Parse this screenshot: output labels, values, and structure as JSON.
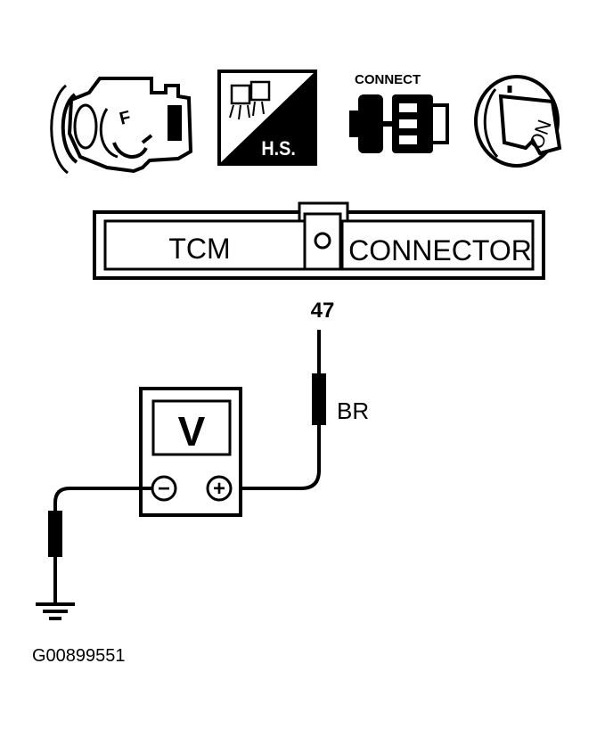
{
  "icons": {
    "harness_label": "H.S.",
    "connect_label": "CONNECT",
    "key_label": "ON",
    "ecu_label": "F"
  },
  "connector": {
    "left_label": "TCM",
    "right_label": "CONNECTOR",
    "terminal": "47"
  },
  "wire": {
    "color_code": "BR"
  },
  "meter": {
    "symbol": "V",
    "negative_symbol": "−",
    "positive_symbol": "+"
  },
  "figure_id": "G00899551",
  "colors": {
    "ink": "#000000",
    "paper": "#ffffff"
  }
}
